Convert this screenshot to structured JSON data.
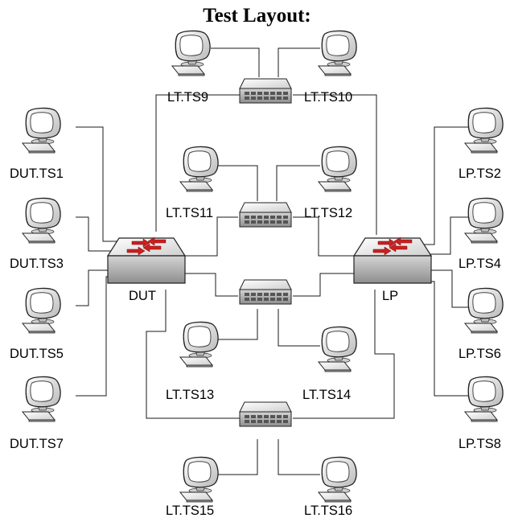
{
  "diagram": {
    "title": "Test Layout:",
    "switches": [
      {
        "id": "dut",
        "label": "DUT",
        "kind": "router"
      },
      {
        "id": "lp",
        "label": "LP",
        "kind": "router"
      },
      {
        "id": "hub-a",
        "label": "",
        "kind": "hub"
      },
      {
        "id": "hub-b",
        "label": "",
        "kind": "hub"
      },
      {
        "id": "hub-c",
        "label": "",
        "kind": "hub"
      },
      {
        "id": "hub-d",
        "label": "",
        "kind": "hub"
      }
    ],
    "terminals": [
      {
        "id": "dut-ts1",
        "label": "DUT.TS1",
        "connects_to": "dut"
      },
      {
        "id": "dut-ts3",
        "label": "DUT.TS3",
        "connects_to": "dut"
      },
      {
        "id": "dut-ts5",
        "label": "DUT.TS5",
        "connects_to": "dut"
      },
      {
        "id": "dut-ts7",
        "label": "DUT.TS7",
        "connects_to": "dut"
      },
      {
        "id": "lp-ts2",
        "label": "LP.TS2",
        "connects_to": "lp"
      },
      {
        "id": "lp-ts4",
        "label": "LP.TS4",
        "connects_to": "lp"
      },
      {
        "id": "lp-ts6",
        "label": "LP.TS6",
        "connects_to": "lp"
      },
      {
        "id": "lp-ts8",
        "label": "LP.TS8",
        "connects_to": "lp"
      },
      {
        "id": "lt-ts9",
        "label": "LT.TS9",
        "connects_to": "hub-a"
      },
      {
        "id": "lt-ts10",
        "label": "LT.TS10",
        "connects_to": "hub-a"
      },
      {
        "id": "lt-ts11",
        "label": "LT.TS11",
        "connects_to": "hub-b"
      },
      {
        "id": "lt-ts12",
        "label": "LT.TS12",
        "connects_to": "hub-b"
      },
      {
        "id": "lt-ts13",
        "label": "LT.TS13",
        "connects_to": "hub-c"
      },
      {
        "id": "lt-ts14",
        "label": "LT.TS14",
        "connects_to": "hub-c"
      },
      {
        "id": "lt-ts15",
        "label": "LT.TS15",
        "connects_to": "hub-d"
      },
      {
        "id": "lt-ts16",
        "label": "LT.TS16",
        "connects_to": "hub-d"
      }
    ],
    "colors": {
      "wire": "#1a1a1a",
      "router_arrow": "#cc1f1f",
      "device_body": "#e6e6e6",
      "screen": "#ffffff"
    }
  }
}
